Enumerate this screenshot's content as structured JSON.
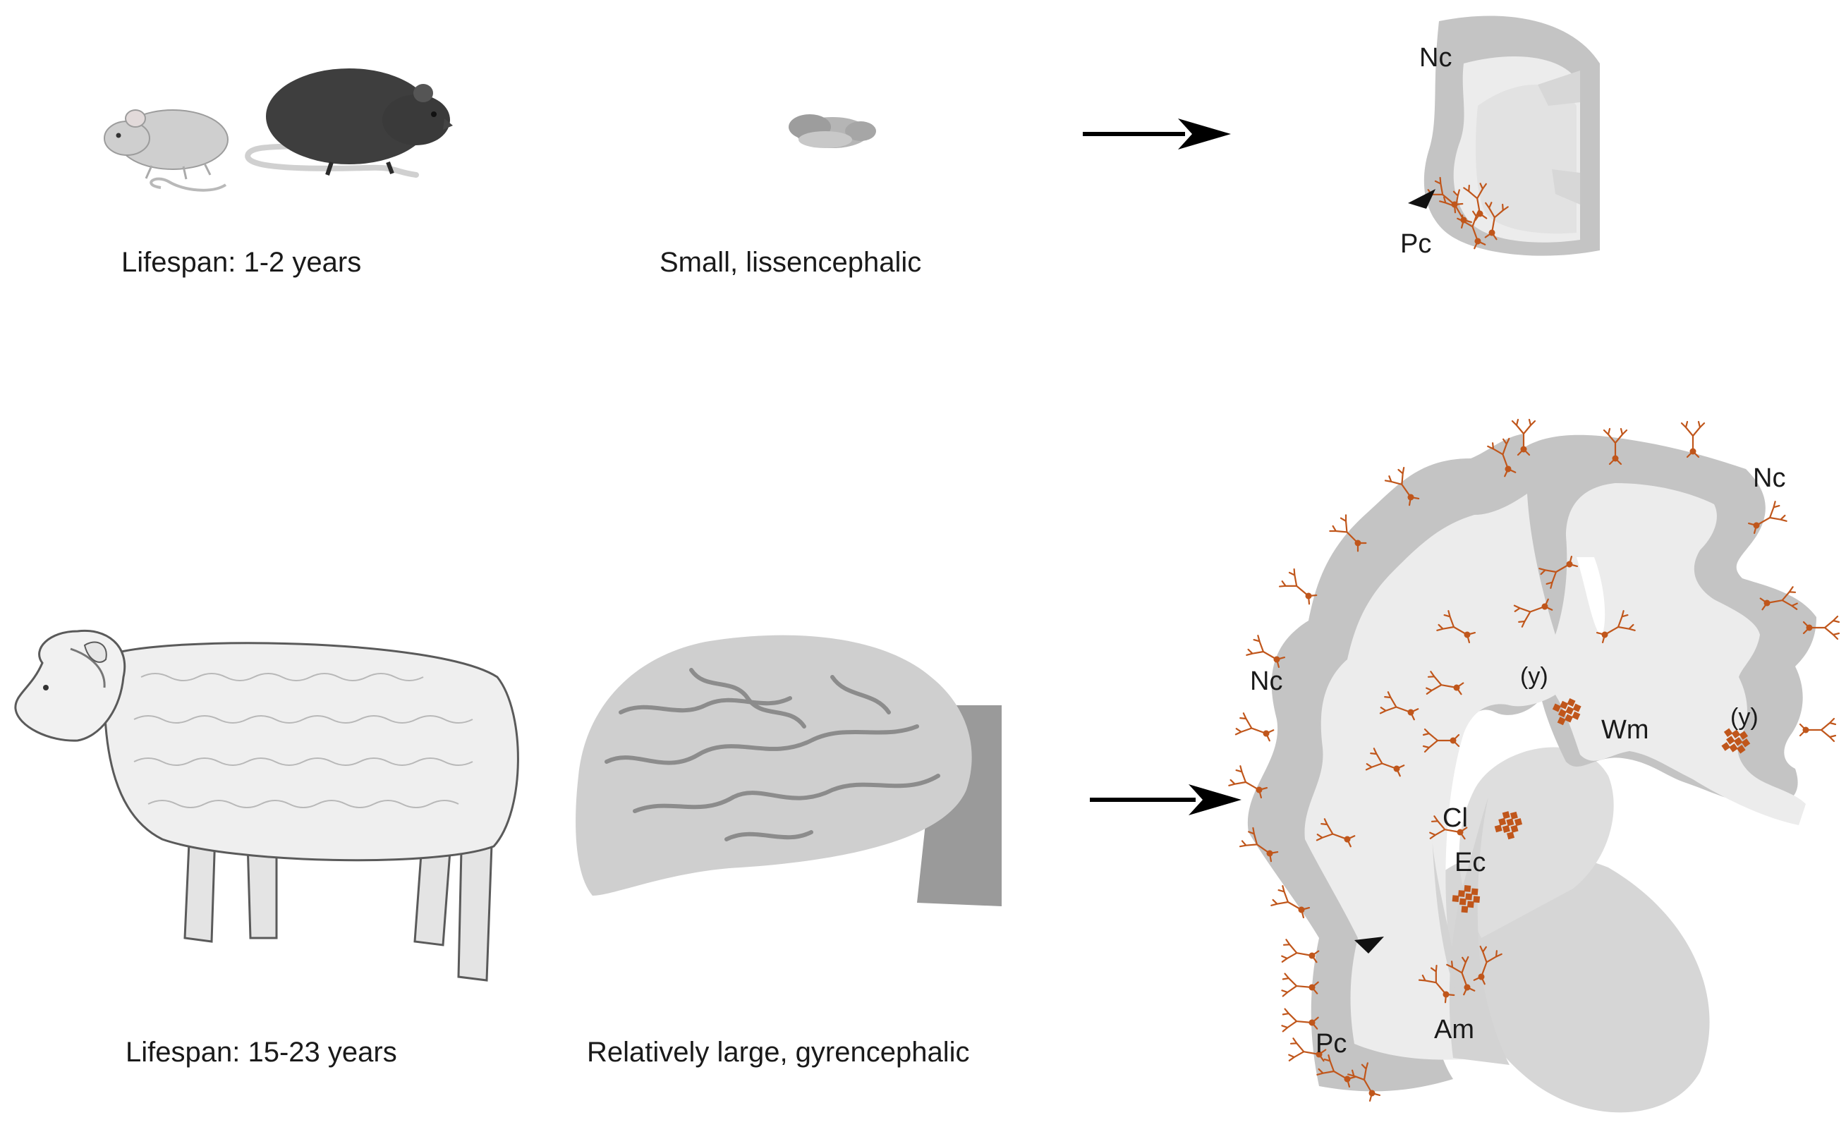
{
  "rodent": {
    "lifespan_caption": "Lifespan: 1-2 years",
    "brain_caption": "Small, lissencephalic",
    "section_labels": {
      "nc": "Nc",
      "pc": "Pc"
    }
  },
  "sheep": {
    "lifespan_caption": "Lifespan: 15-23 years",
    "brain_caption": "Relatively large, gyrencephalic",
    "section_labels": {
      "nc_top": "Nc",
      "nc_left": "Nc",
      "y_left": "(y)",
      "y_right": "(y)",
      "wm": "Wm",
      "cl": "Cl",
      "ec": "Ec",
      "am": "Am",
      "pc": "Pc"
    }
  },
  "colors": {
    "cortex_gray": "#c4c4c4",
    "white_matter": "#ececec",
    "deep_gray": "#d6d6d6",
    "neuron_orange": "#c0561b",
    "arrow": "#000000"
  }
}
